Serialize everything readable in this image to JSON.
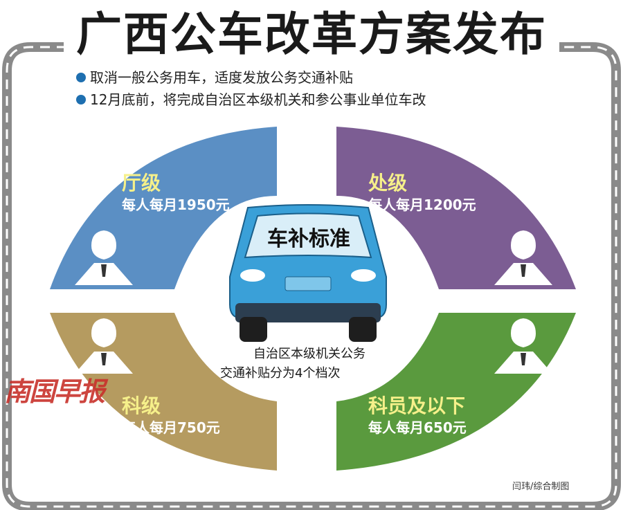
{
  "title": "广西公车改革方案发布",
  "bullets": [
    "取消一般公务用车，适度发放公务交通补贴",
    "12月底前，将完成自治区本级机关和参公事业单位车改"
  ],
  "car_label": "车补标准",
  "center_note": [
    "自治区本级机关公务",
    "交通补贴分为4个档次"
  ],
  "quadrants": [
    {
      "level": "厅级",
      "amount": "每人每月1950元",
      "color": "#5b8fc4"
    },
    {
      "level": "处级",
      "amount": "每人每月1200元",
      "color": "#7c5d93"
    },
    {
      "level": "科级",
      "amount": "每人每月750元",
      "color": "#b59b60"
    },
    {
      "level": "科员及以下",
      "amount": "每人每月650元",
      "color": "#5a9a3e"
    }
  ],
  "watermark": "南国早报",
  "credit": "闫玮/综合制图",
  "colors": {
    "track": "#8a8a8a",
    "bullet": "#1e6fb0",
    "level_text": "#f6f08a",
    "car_body": "#3aa0d8"
  }
}
